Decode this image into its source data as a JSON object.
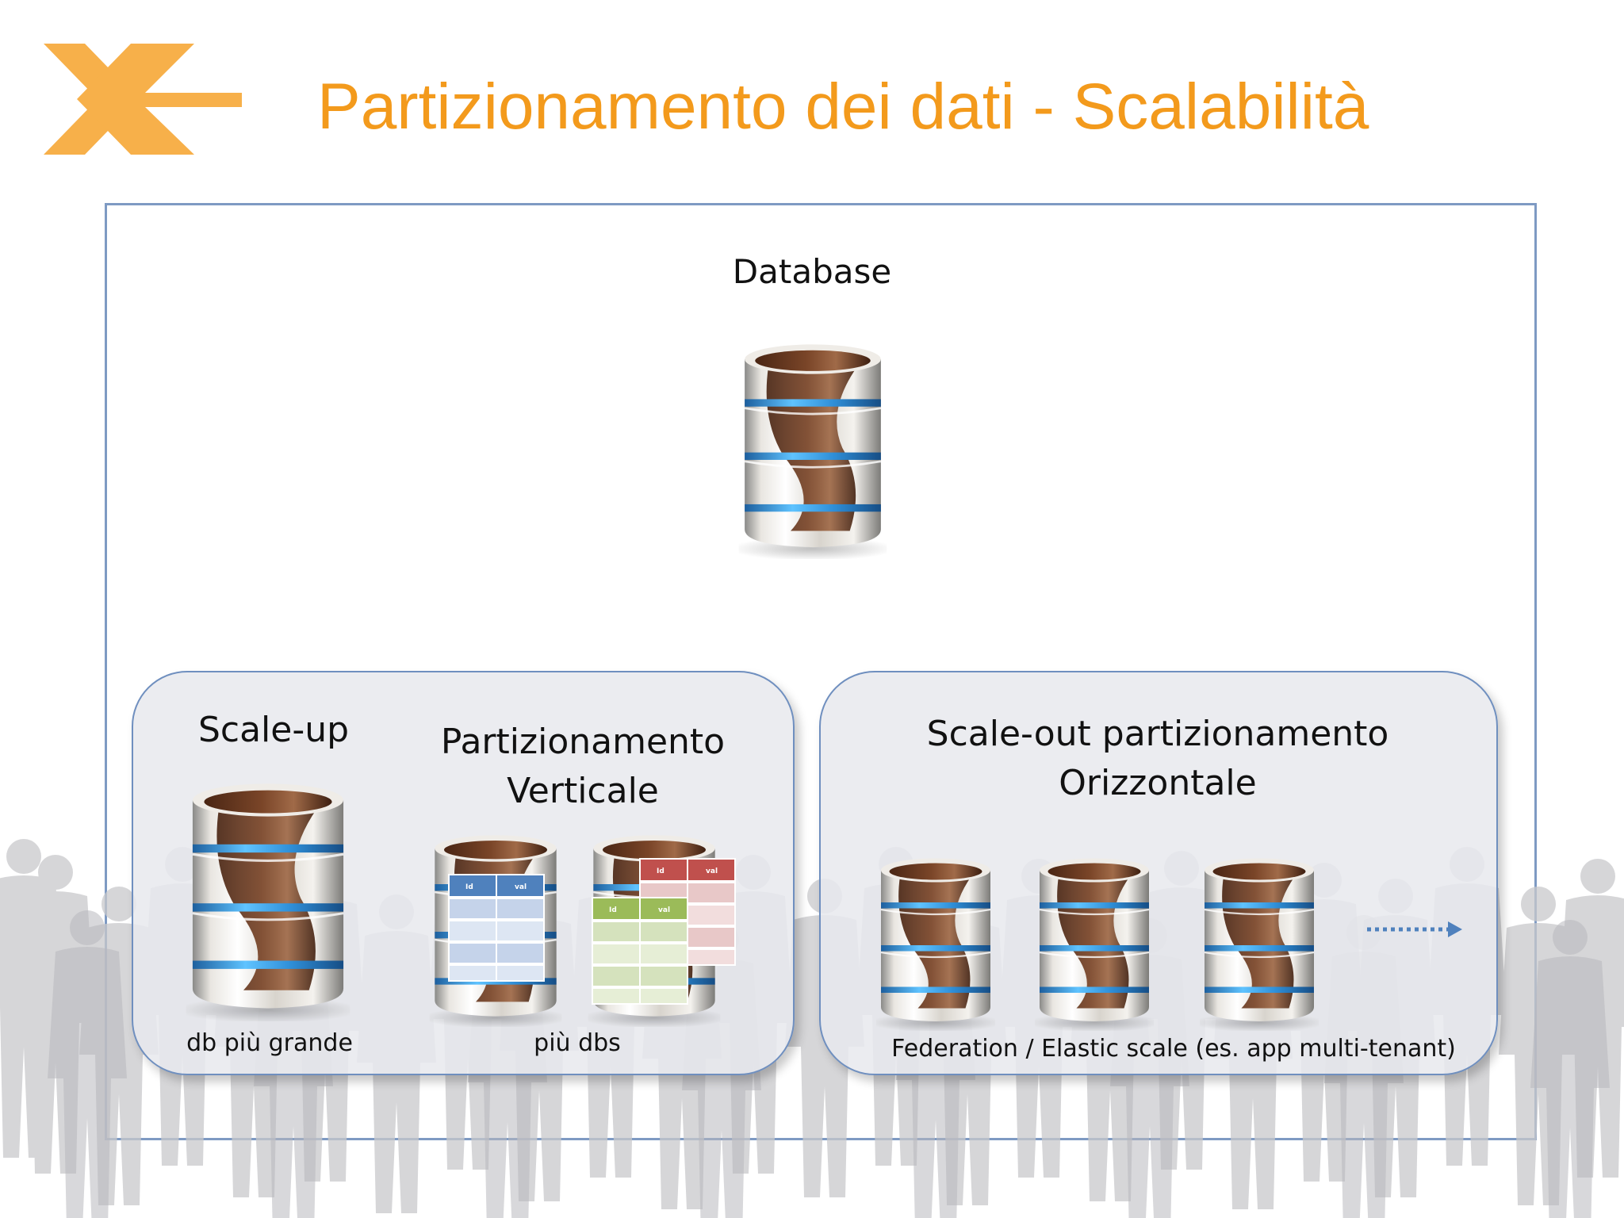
{
  "slide": {
    "title": "Partizionamento dei dati - Scalabilità"
  },
  "diagram": {
    "database_label": "Database",
    "scale_up": {
      "label": "Scale-up",
      "caption": "db più grande"
    },
    "vertical": {
      "label": "Partizionamento Verticale",
      "caption": "più dbs",
      "table_headers": [
        "Id",
        "val"
      ]
    },
    "scale_out": {
      "label": "Scale-out partizionamento Orizzontale",
      "caption": "Federation / Elastic scale (es. app multi-tenant)"
    }
  },
  "colors": {
    "title": "#f39a1c",
    "logo": "#f7b04a",
    "frame_border": "#7e9ac3",
    "panel_fill": "#e8e9ee",
    "panel_border": "#6f8fbf",
    "ring_blue": "#3fa4e8",
    "db_brown": "#6b3a22",
    "table_blue": "#4f81bd",
    "table_green": "#9bbb59",
    "table_red": "#c0504d",
    "arrow_blue": "#4f81bd"
  }
}
